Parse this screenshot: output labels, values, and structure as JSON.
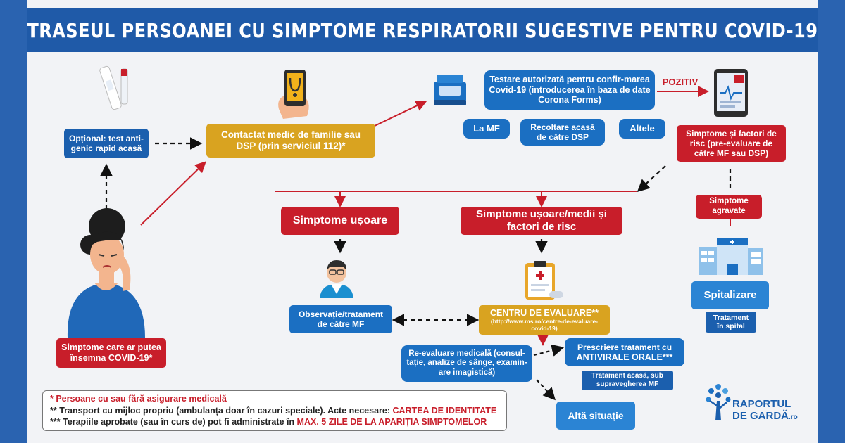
{
  "header": {
    "title": "TRASEUL PERSOANEI CU SIMPTOME RESPIRATORII SUGESTIVE PENTRU COVID-19"
  },
  "nodes": {
    "optional_test": "Opțional: test anti-genic rapid acasă",
    "contact_medic": "Contactat medic de familie sau DSP (prin serviciul 112)*",
    "testare": "Testare autorizată pentru confir-marea Covid-19 (introducerea în baza de date Corona Forms)",
    "la_mf": "La MF",
    "recoltare": "Recoltare acasă de către DSP",
    "altele": "Altele",
    "pozitiv": "POZITIV",
    "simptome_factori": "Simptome și factori de risc (pre-evaluare de către MF sau DSP)",
    "simptome_agravate": "Simptome agravate",
    "spitalizare": "Spitalizare",
    "tratament_spital": "Tratament în spital",
    "simptome_usoare": "Simptome ușoare",
    "simptome_medii": "Simptome ușoare/medii și factori de risc",
    "observatie": "Observație/tratament de către MF",
    "centru_title": "CENTRU DE EVALUARE**",
    "centru_url": "(http://www.ms.ro/centre-de-evaluare-covid-19)",
    "reevaluare": "Re-evaluare medicală (consul-tație, analize de sânge, examin-are imagistică)",
    "prescriere_1": "Prescriere tratament cu",
    "prescriere_2": "ANTIVIRALE ORALE***",
    "tratament_acasa": "Tratament acasă, sub supravegherea MF",
    "alta_situatie": "Altă situație",
    "simptome_covid": "Simptome care ar putea însemna COVID-19*"
  },
  "legend": {
    "line1": "* Persoane cu sau fără asigurare medicală",
    "line2_a": "** Transport cu mijloc propriu (ambulanța doar în cazuri speciale). Acte necesare: ",
    "line2_b": "CARTEA DE IDENTITATE",
    "line3_a": "*** Terapiile aprobate (sau în curs de) pot fi administrate în ",
    "line3_b": "MAX. 5 ZILE DE LA APARIȚIA SIMPTOMELOR"
  },
  "logo": {
    "line1": "RAPORTUL",
    "line2": "DE GARDĂ",
    "suffix": ".ro"
  },
  "colors": {
    "blue": "#1b6fc2",
    "red": "#c81e2a",
    "gold": "#d9a320",
    "header": "#1f5aa8"
  }
}
